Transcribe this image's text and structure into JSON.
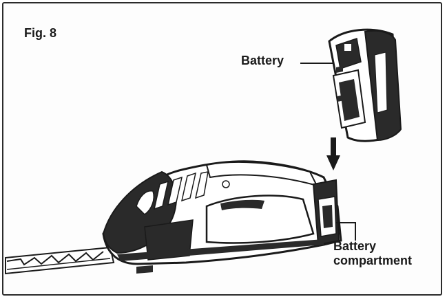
{
  "figure": {
    "title": "Fig. 8",
    "callouts": {
      "battery": "Battery",
      "compartment_line1": "Battery",
      "compartment_line2": "compartment"
    }
  },
  "colors": {
    "ink": "#1a1a1a",
    "housing": "#2a2a2a",
    "highlight": "#ffffff"
  }
}
